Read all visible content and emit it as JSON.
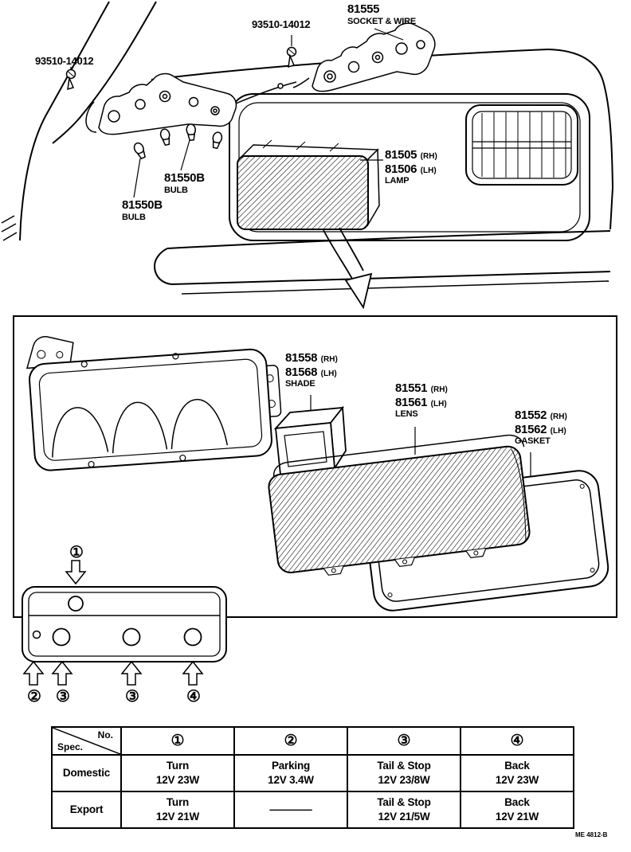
{
  "doc": {
    "code": "ME 4812-B"
  },
  "top": {
    "screw_left_label": "93510-14012",
    "screw_mid_label": "93510-14012",
    "socket_wire": {
      "num": "81555",
      "desc": "SOCKET & WIRE"
    },
    "lamp": {
      "num_rh": "81505",
      "rh": "(RH)",
      "num_lh": "81506",
      "lh": "(LH)",
      "desc": "LAMP"
    },
    "bulb_a": {
      "num": "81550B",
      "desc": "BULB"
    },
    "bulb_b": {
      "num": "81550B",
      "desc": "BULB"
    }
  },
  "detail": {
    "shade": {
      "num_rh": "81558",
      "rh": "(RH)",
      "num_lh": "81568",
      "lh": "(LH)",
      "desc": "SHADE"
    },
    "lens": {
      "num_rh": "81551",
      "rh": "(RH)",
      "num_lh": "81561",
      "lh": "(LH)",
      "desc": "LENS"
    },
    "gasket": {
      "num_rh": "81552",
      "rh": "(RH)",
      "num_lh": "81562",
      "lh": "(LH)",
      "desc": "GASKET"
    }
  },
  "callouts": {
    "n1": "①",
    "n2": "②",
    "n3a": "③",
    "n3b": "③",
    "n4": "④"
  },
  "table": {
    "corner_top": "No.",
    "corner_bottom": "Spec.",
    "cols": [
      "①",
      "②",
      "③",
      "④"
    ],
    "rows": [
      {
        "name": "Domestic",
        "cells": [
          {
            "l1": "Turn",
            "l2": "12V 23W"
          },
          {
            "l1": "Parking",
            "l2": "12V 3.4W"
          },
          {
            "l1": "Tail & Stop",
            "l2": "12V 23/8W"
          },
          {
            "l1": "Back",
            "l2": "12V 23W"
          }
        ]
      },
      {
        "name": "Export",
        "cells": [
          {
            "l1": "Turn",
            "l2": "12V 21W"
          },
          {
            "l1": "————",
            "l2": ""
          },
          {
            "l1": "Tail & Stop",
            "l2": "12V 21/5W"
          },
          {
            "l1": "Back",
            "l2": "12V 21W"
          }
        ]
      }
    ]
  }
}
